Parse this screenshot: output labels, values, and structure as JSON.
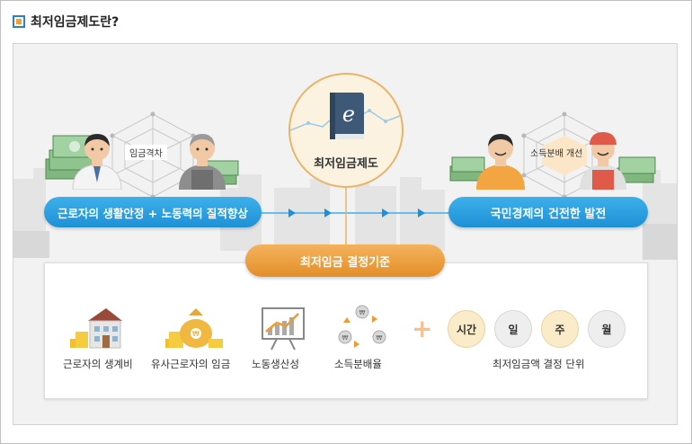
{
  "header": {
    "title": "최저임금제도란?"
  },
  "diagram": {
    "center_label": "최저임금제도",
    "left_hex_label": "임금격차",
    "right_hex_label": "소득분배 개선",
    "left_pill": "근로자의 생활안정 + 노동력의 질적향상",
    "right_pill": "국민경제의 건전한 발전",
    "criteria_title": "최저임금 결정기준",
    "criteria": [
      {
        "label": "근로자의 생계비",
        "icon": "house-coins-icon"
      },
      {
        "label": "유사근로자의 임금",
        "icon": "money-bag-icon"
      },
      {
        "label": "노동생산성",
        "icon": "growth-chart-icon"
      },
      {
        "label": "소득분배율",
        "icon": "coin-cycle-icon"
      }
    ],
    "units": [
      "시간",
      "일",
      "주",
      "월"
    ],
    "units_caption": "최저임금액 결정 단위"
  },
  "colors": {
    "blue": "#1e90d6",
    "orange": "#e38e28",
    "tan": "#faecc8"
  }
}
